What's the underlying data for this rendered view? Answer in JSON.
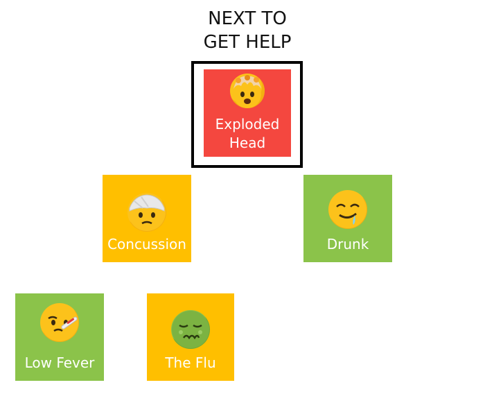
{
  "heading": {
    "line1": "NEXT TO",
    "line2": "GET HELP"
  },
  "colors": {
    "red": "#f4473f",
    "orange": "#ffbf00",
    "green": "#8bc34a"
  },
  "nodes": {
    "exploded_head": {
      "label_line1": "Exploded",
      "label_line2": "Head",
      "icon": "exploding-head-icon",
      "color": "#f4473f"
    },
    "concussion": {
      "label": "Concussion",
      "icon": "bandaged-face-icon",
      "color": "#ffbf00"
    },
    "drunk": {
      "label": "Drunk",
      "icon": "drooling-face-icon",
      "color": "#8bc34a"
    },
    "low_fever": {
      "label": "Low Fever",
      "icon": "face-with-thermometer-icon",
      "color": "#8bc34a"
    },
    "the_flu": {
      "label": "The Flu",
      "icon": "nauseated-face-icon",
      "color": "#ffbf00"
    }
  }
}
